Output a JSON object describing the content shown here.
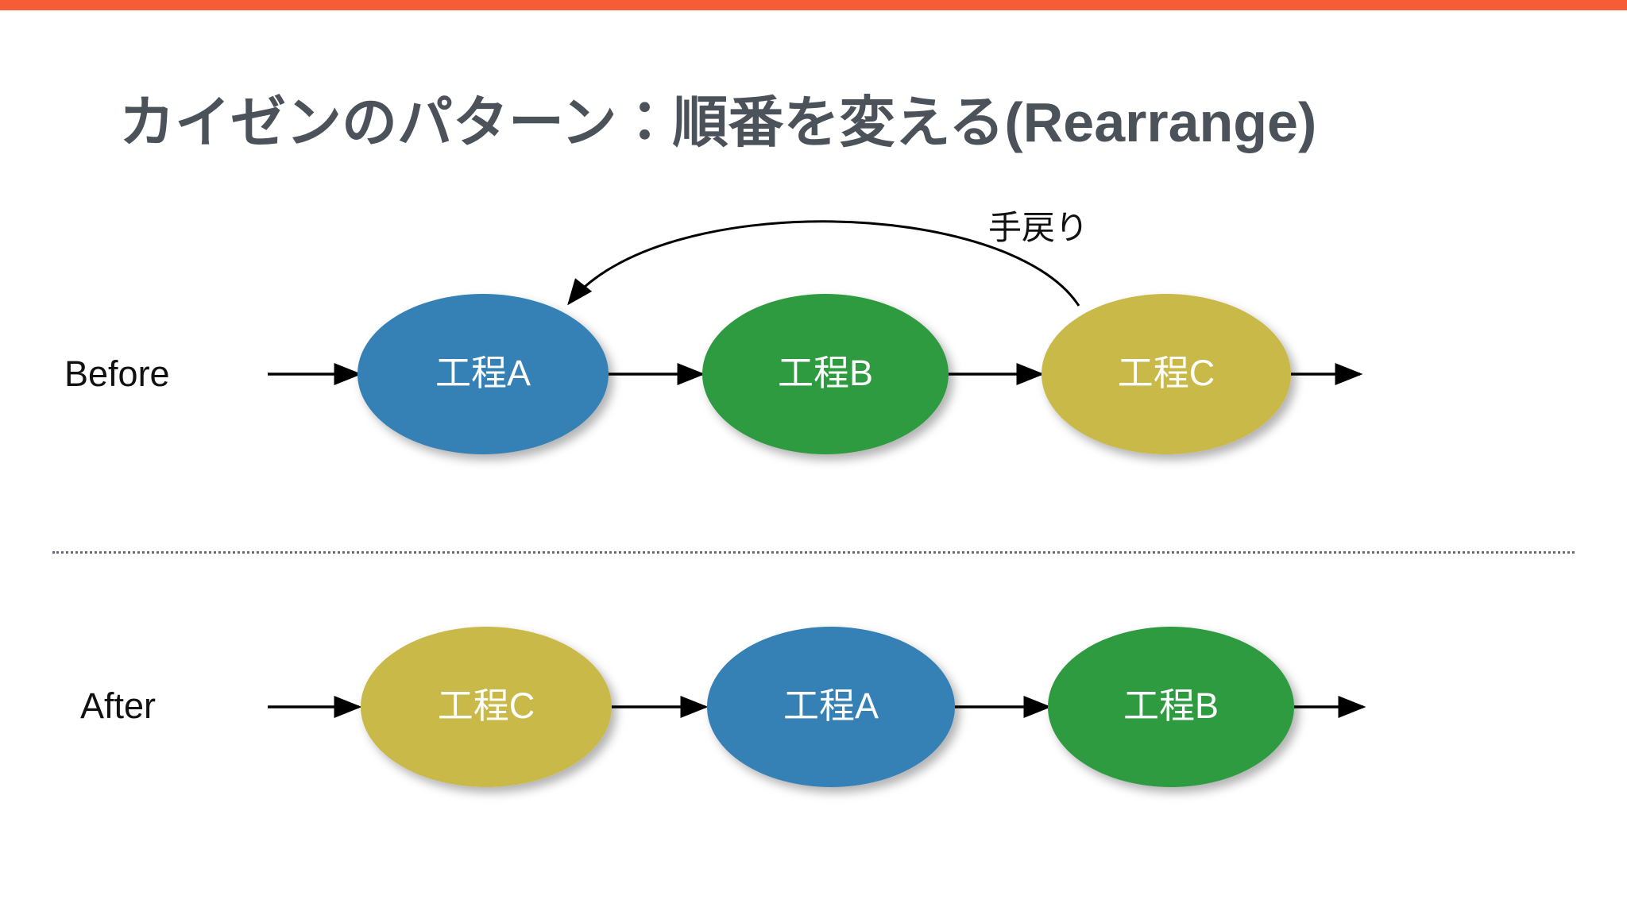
{
  "slide": {
    "title": "カイゼンのパターン：順番を変える(Rearrange)",
    "accent_color": "#F65C36",
    "background_color": "#FFFFFF",
    "title_color": "#4C525A"
  },
  "palette": {
    "blue": "#3580B5",
    "green": "#2E9B41",
    "gold": "#C9B94A",
    "arrow": "#000000",
    "divider": "#6D6A78",
    "node_text": "#FFFFFF"
  },
  "rows": [
    {
      "label": "Before",
      "nodes": [
        {
          "label": "工程A",
          "color": "#3580B5",
          "color_name": "blue"
        },
        {
          "label": "工程B",
          "color": "#2E9B41",
          "color_name": "green"
        },
        {
          "label": "工程C",
          "color": "#C9B94A",
          "color_name": "gold"
        }
      ],
      "feedback_edge": {
        "label": "手戻り",
        "from": "工程C",
        "to": "工程A"
      }
    },
    {
      "label": "After",
      "nodes": [
        {
          "label": "工程C",
          "color": "#C9B94A",
          "color_name": "gold"
        },
        {
          "label": "工程A",
          "color": "#3580B5",
          "color_name": "blue"
        },
        {
          "label": "工程B",
          "color": "#2E9B41",
          "color_name": "green"
        }
      ]
    }
  ],
  "chart_data": {
    "type": "diagram",
    "title": "カイゼンのパターン：順番を変える(Rearrange)",
    "sequences": {
      "before": [
        "工程A",
        "工程B",
        "工程C"
      ],
      "after": [
        "工程C",
        "工程A",
        "工程B"
      ]
    },
    "annotations": [
      "手戻り"
    ]
  }
}
